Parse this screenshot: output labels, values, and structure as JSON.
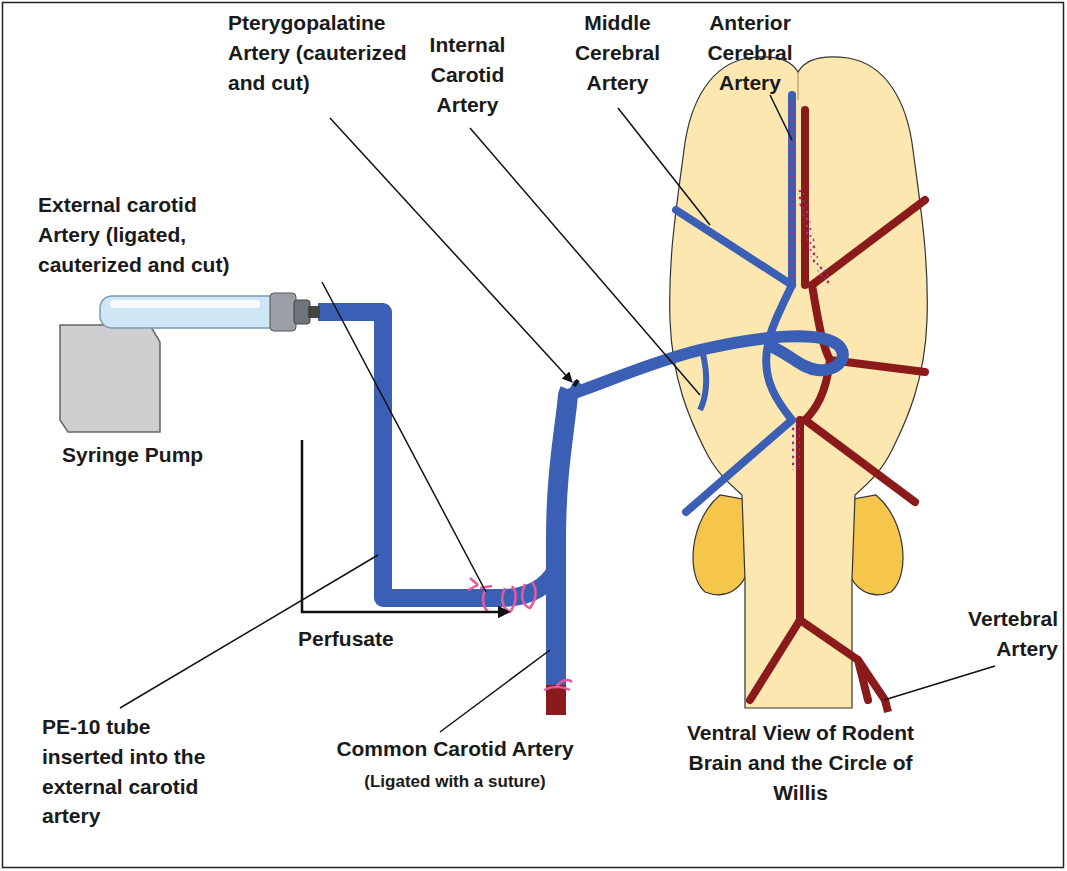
{
  "diagram": {
    "labels": [
      "Pterygopalatine Artery (cauterized and cut)",
      "Internal Carotid Artery",
      "Middle Cerebral Artery",
      "Anterior Cerebral Artery",
      "External carotid Artery (ligated, cauterized and cut)",
      "Syringe Pump",
      "PE-10 tube inserted into the external carotid artery",
      "Perfusate",
      "Common Carotid Artery",
      "(Ligated with a suture)",
      "Vertebral Artery",
      "Ventral View of Rodent Brain and the Circle of Willis"
    ]
  }
}
